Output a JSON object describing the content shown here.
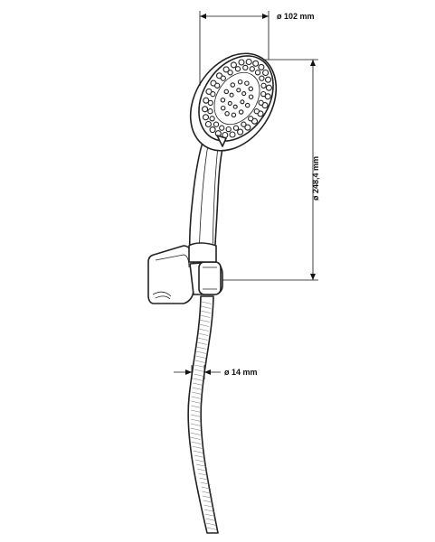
{
  "dimensions": {
    "head_width": "ø 102 mm",
    "total_length": "ø 248,4 mm",
    "hose_diameter": "ø 14 mm"
  },
  "colors": {
    "line": "#222222",
    "background": "#ffffff"
  }
}
